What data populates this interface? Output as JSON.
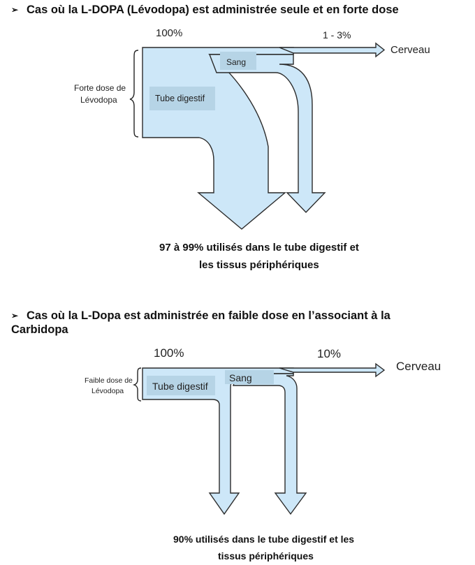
{
  "section1": {
    "heading": "Cas où la L-DOPA (Lévodopa) est administrée seule et en forte dose",
    "label_100": "100%",
    "label_brain_pct": "1 - 3%",
    "label_brain": "Cerveau",
    "label_blood": "Sang",
    "label_gut": "Tube digestif",
    "dose_line1": "Forte dose de",
    "dose_line2": "Lévodopa",
    "caption_line1": "97 à 99% utilisés dans le tube digestif et",
    "caption_line2": "les tissus périphériques"
  },
  "section2": {
    "heading_line1": "Cas où la L-Dopa est administrée en faible dose en l’associant à la",
    "heading_line2": "Carbidopa",
    "label_100": "100%",
    "label_brain_pct": "10%",
    "label_brain": "Cerveau",
    "label_blood": "Sang",
    "label_gut": "Tube digestif",
    "dose_line1": "Faible dose de",
    "dose_line2": "Lévodopa",
    "caption_line1": "90% utilisés dans le tube digestif et les",
    "caption_line2": "tissus périphériques"
  },
  "colors": {
    "flow_fill": "#cde7f8",
    "flow_stroke": "#2b2b2b",
    "label_box": "#b6d4e6"
  },
  "icons": {
    "bullet": "arrowhead-bullet"
  }
}
